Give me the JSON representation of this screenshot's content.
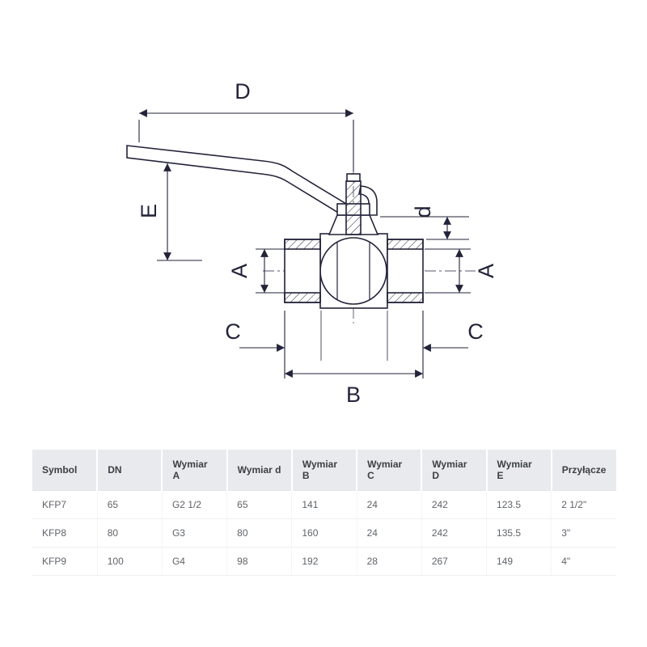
{
  "colors": {
    "line": "#23233a",
    "table_header_bg": "#e8eaed",
    "table_border": "#e3e6ea",
    "header_text": "#3c4043",
    "cell_text": "#5f6368"
  },
  "diagram": {
    "labels": {
      "D": "D",
      "E": "E",
      "A_left": "A",
      "d": "d",
      "A_right": "A",
      "C_left": "C",
      "C_right": "C",
      "B": "B"
    }
  },
  "table": {
    "headers": [
      "Symbol",
      "DN",
      "Wymiar A",
      "Wymiar d",
      "Wymiar B",
      "Wymiar C",
      "Wymiar D",
      "Wymiar E",
      "Przyłącze"
    ],
    "rows": [
      [
        "KFP7",
        "65",
        "G2 1/2",
        "65",
        "141",
        "24",
        "242",
        "123.5",
        "2 1/2\""
      ],
      [
        "KFP8",
        "80",
        "G3",
        "80",
        "160",
        "24",
        "242",
        "135.5",
        "3\""
      ],
      [
        "KFP9",
        "100",
        "G4",
        "98",
        "192",
        "28",
        "267",
        "149",
        "4\""
      ]
    ]
  }
}
